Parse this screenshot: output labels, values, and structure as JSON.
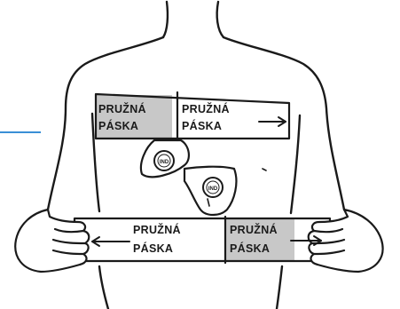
{
  "labels": {
    "upper_left": {
      "line1": "PRUŽNÁ",
      "line2": "PÁSKA"
    },
    "upper_right": {
      "line1": "PRUŽNÁ",
      "line2": "PÁSKA"
    },
    "lower_left": {
      "line1": "PRUŽNÁ",
      "line2": "PÁSKA"
    },
    "lower_right": {
      "line1": "PRUŽNÁ",
      "line2": "PÁSKA"
    }
  },
  "electrodes": {
    "upper": "IND",
    "lower": "IND"
  },
  "colors": {
    "strap_shade": "#c8c8c8",
    "lead_line": "#3a8fd6",
    "ink": "#1a1a1a"
  },
  "icons": [
    "arrow-right-icon",
    "arrow-left-icon",
    "arrow-right-icon",
    "electrode-icon",
    "electrode-icon"
  ]
}
